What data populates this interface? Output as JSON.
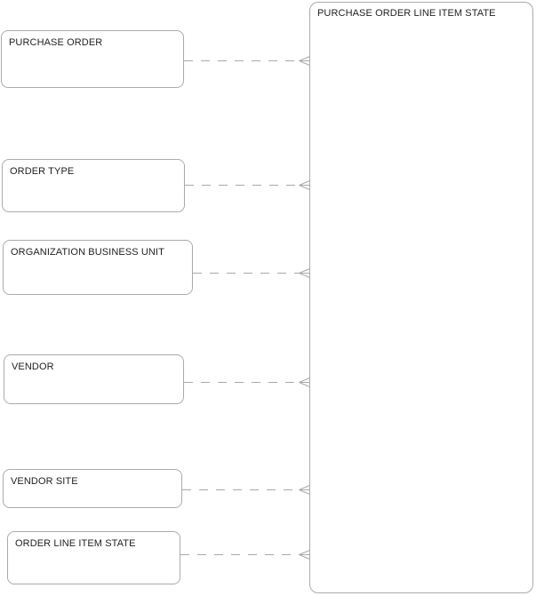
{
  "diagram": {
    "target_entity": {
      "label": "PURCHASE ORDER LINE ITEM STATE"
    },
    "entities": [
      {
        "label": "PURCHASE ORDER"
      },
      {
        "label": "ORDER TYPE"
      },
      {
        "label": "ORGANIZATION BUSINESS UNIT"
      },
      {
        "label": "VENDOR"
      },
      {
        "label": "VENDOR SITE"
      },
      {
        "label": "ORDER LINE ITEM STATE"
      }
    ],
    "relationships": [
      {
        "from": "PURCHASE ORDER",
        "to": "PURCHASE ORDER LINE ITEM STATE",
        "line_style": "dashed",
        "terminator": "crow-foot"
      },
      {
        "from": "ORDER TYPE",
        "to": "PURCHASE ORDER LINE ITEM STATE",
        "line_style": "dashed",
        "terminator": "crow-foot"
      },
      {
        "from": "ORGANIZATION BUSINESS UNIT",
        "to": "PURCHASE ORDER LINE ITEM STATE",
        "line_style": "dashed",
        "terminator": "crow-foot"
      },
      {
        "from": "VENDOR",
        "to": "PURCHASE ORDER LINE ITEM STATE",
        "line_style": "dashed",
        "terminator": "crow-foot"
      },
      {
        "from": "VENDOR SITE",
        "to": "PURCHASE ORDER LINE ITEM STATE",
        "line_style": "dashed",
        "terminator": "crow-foot"
      },
      {
        "from": "ORDER LINE ITEM STATE",
        "to": "PURCHASE ORDER LINE ITEM STATE",
        "line_style": "dashed",
        "terminator": "crow-foot"
      }
    ],
    "colors": {
      "node_border": "#ababab",
      "connector": "#a9a9a9",
      "text": "#1f1f1f",
      "node_fill": "#ffffff",
      "background": "#ffffff"
    }
  }
}
